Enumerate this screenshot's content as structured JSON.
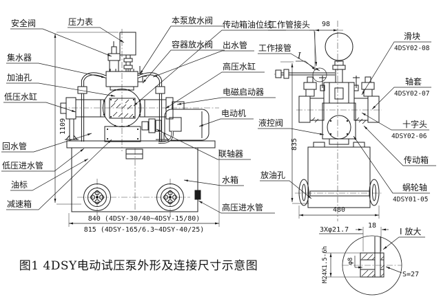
{
  "figure": {
    "caption": "图1 4DSY电动试压泵外形及连接尺寸示意图"
  },
  "callouts": {
    "safety_valve": "安全阀",
    "pressure_gauge": "压力表",
    "water_collector": "集水器",
    "oil_fill_hole": "加油孔",
    "low_pressure_cylinder": "低压水缸",
    "return_pipe": "回水管",
    "low_pressure_inlet_pipe": "低压进水管",
    "oil_gauge": "油标",
    "reduction_gearbox": "减速箱",
    "pump_drain_valve": "本泵放水阀",
    "container_drain_valve": "容器放水阀",
    "transmission_oil_level_line": "传动箱油位线",
    "working_pipe_joint": "工作管接头",
    "outlet_pipe": "出水管",
    "working_connection_pipe": "工作接管",
    "high_pressure_cylinder": "高压水缸",
    "solenoid_starter": "电磁启动器",
    "electric_motor": "电动机",
    "hydraulic_control_valve": "液控阀",
    "coupling": "联轴器",
    "water_tank": "水箱",
    "oil_drain_hole": "放油孔",
    "high_pressure_inlet_pipe": "高压进水管",
    "slider": "滑块",
    "slider_part_no": "4DSY02-08",
    "shaft_sleeve": "轴套",
    "shaft_sleeve_part_no": "4DSY02-07",
    "crosshead": "十字头",
    "crosshead_part_no": "4DSY02-06",
    "transmission_box": "传动箱",
    "worm_wheel_shaft": "蜗轮轴",
    "worm_wheel_shaft_part_no": "4DSY01-05",
    "detail_marker": "I"
  },
  "dimensions": {
    "overall_height": "1109",
    "length_840": "840 (4DSY-30/40~4DSY-15/80)",
    "length_815": "815 (4DSY-165/6.3~4DSY-40/25)",
    "gauge_offset": "98",
    "side_height": "835",
    "side_width": "480",
    "detail_width": "18",
    "detail_holes": "3Xφ21.7",
    "detail_thread": "M24X1.5-6h",
    "detail_bore": "φ8",
    "detail_wrench": "S=27",
    "detail_title": "I 放大"
  }
}
